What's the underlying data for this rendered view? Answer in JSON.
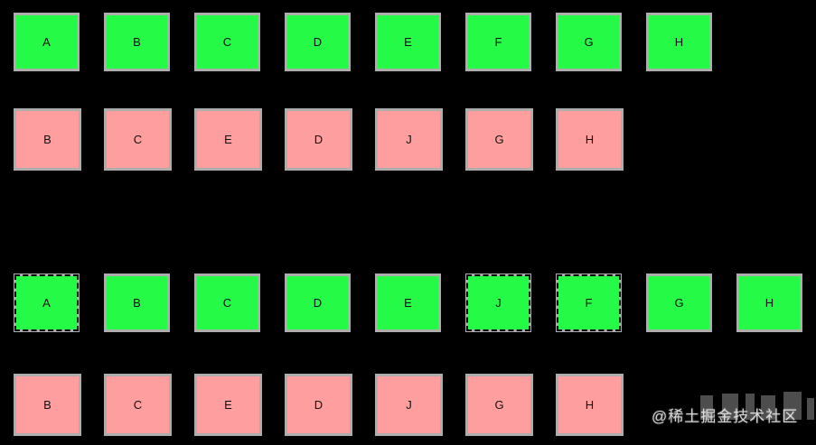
{
  "page": {
    "background": "#000000"
  },
  "colors": {
    "green_cell": "#25fb46",
    "pink_cell": "#ff9e9e",
    "cell_border_gray": "#adadad",
    "dashed_outline": "#000000",
    "label_text": "#111111"
  },
  "rows": [
    {
      "id": "row-1",
      "kind": "green",
      "cells": [
        {
          "label": "A",
          "dashed": false
        },
        {
          "label": "B",
          "dashed": false
        },
        {
          "label": "C",
          "dashed": false
        },
        {
          "label": "D",
          "dashed": false
        },
        {
          "label": "E",
          "dashed": false
        },
        {
          "label": "F",
          "dashed": false
        },
        {
          "label": "G",
          "dashed": false
        },
        {
          "label": "H",
          "dashed": false
        }
      ]
    },
    {
      "id": "row-2",
      "kind": "pink",
      "cells": [
        {
          "label": "B",
          "dashed": false
        },
        {
          "label": "C",
          "dashed": false
        },
        {
          "label": "E",
          "dashed": false
        },
        {
          "label": "D",
          "dashed": false
        },
        {
          "label": "J",
          "dashed": false
        },
        {
          "label": "G",
          "dashed": false
        },
        {
          "label": "H",
          "dashed": false
        }
      ]
    },
    {
      "id": "row-3",
      "kind": "green",
      "cells": [
        {
          "label": "A",
          "dashed": true
        },
        {
          "label": "B",
          "dashed": false
        },
        {
          "label": "C",
          "dashed": false
        },
        {
          "label": "D",
          "dashed": false
        },
        {
          "label": "E",
          "dashed": false
        },
        {
          "label": "J",
          "dashed": true
        },
        {
          "label": "F",
          "dashed": true
        },
        {
          "label": "G",
          "dashed": false
        },
        {
          "label": "H",
          "dashed": false
        }
      ]
    },
    {
      "id": "row-4",
      "kind": "pink",
      "cells": [
        {
          "label": "B",
          "dashed": false
        },
        {
          "label": "C",
          "dashed": false
        },
        {
          "label": "E",
          "dashed": false
        },
        {
          "label": "D",
          "dashed": false
        },
        {
          "label": "J",
          "dashed": false
        },
        {
          "label": "G",
          "dashed": false
        },
        {
          "label": "H",
          "dashed": false
        }
      ]
    }
  ],
  "watermark": {
    "text": "@稀土掘金技术社区"
  }
}
